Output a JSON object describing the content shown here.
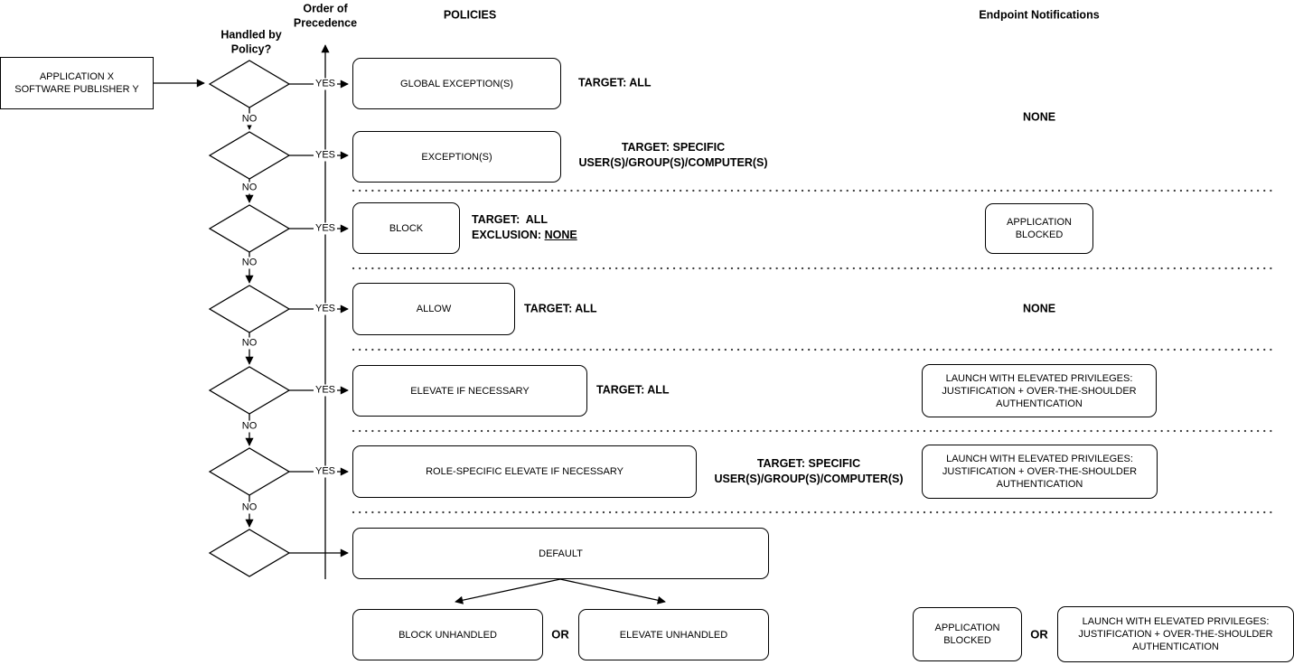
{
  "headers": {
    "handled_by_policy": "Handled by\nPolicy?",
    "order_of_precedence": "Order of\nPrecedence",
    "policies": "POLICIES",
    "endpoint_notifications": "Endpoint Notifications"
  },
  "source": {
    "label": "APPLICATION X\nSOFTWARE PUBLISHER Y"
  },
  "branch_labels": {
    "yes": "YES",
    "no": "NO"
  },
  "policies": [
    {
      "label": "GLOBAL EXCEPTION(S)",
      "target": "TARGET: ALL"
    },
    {
      "label": "EXCEPTION(S)",
      "target": "TARGET: SPECIFIC\nUSER(S)/GROUP(S)/COMPUTER(S)"
    },
    {
      "label": "BLOCK",
      "target_line1": "TARGET:  ALL",
      "exclusion_label": "EXCLUSION: ",
      "exclusion_value": "NONE"
    },
    {
      "label": "ALLOW",
      "target": "TARGET: ALL"
    },
    {
      "label": "ELEVATE IF NECESSARY",
      "target": "TARGET: ALL"
    },
    {
      "label": "ROLE-SPECIFIC ELEVATE IF NECESSARY",
      "target": "TARGET: SPECIFIC\nUSER(S)/GROUP(S)/COMPUTER(S)"
    },
    {
      "label": "DEFAULT"
    }
  ],
  "notifications": {
    "exceptions_none": "NONE",
    "block_application_blocked": "APPLICATION\nBLOCKED",
    "allow_none": "NONE",
    "elevate_launch": "LAUNCH WITH ELEVATED PRIVILEGES:\nJUSTIFICATION + OVER-THE-SHOULDER\nAUTHENTICATION",
    "role_specific_launch": "LAUNCH WITH ELEVATED PRIVILEGES:\nJUSTIFICATION + OVER-THE-SHOULDER\nAUTHENTICATION"
  },
  "default_outcomes": {
    "block_unhandled": "BLOCK UNHANDLED",
    "or": "OR",
    "elevate_unhandled": "ELEVATE UNHANDLED"
  },
  "default_notifications": {
    "application_blocked": "APPLICATION\nBLOCKED",
    "or": "OR",
    "launch": "LAUNCH WITH ELEVATED PRIVILEGES:\nJUSTIFICATION + OVER-THE-SHOULDER\nAUTHENTICATION"
  },
  "colors": {
    "stroke": "#000000",
    "background": "#ffffff",
    "dotted_separator": "#3a3a3a"
  }
}
